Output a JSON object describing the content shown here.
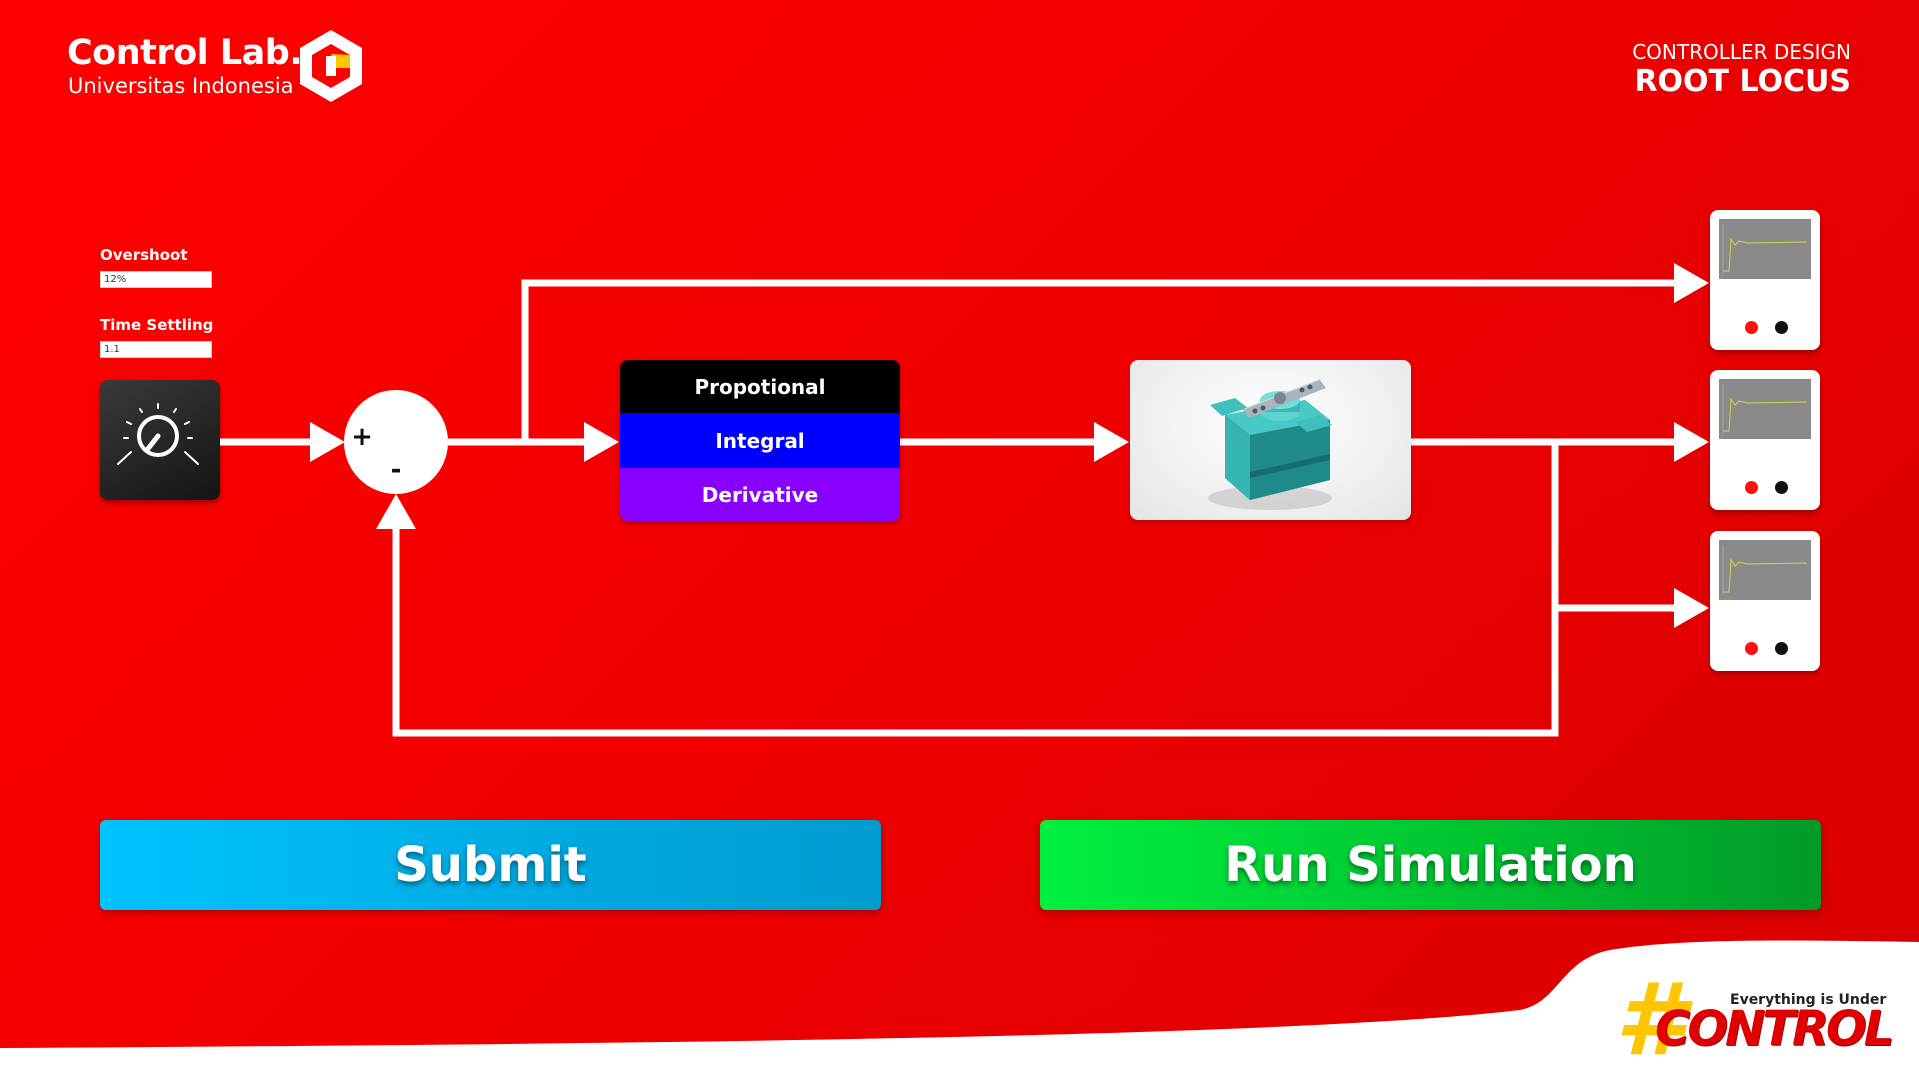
{
  "header": {
    "lab_name": "Control Lab.",
    "university": "Universitas Indonesia",
    "section": "CONTROLLER DESIGN",
    "title": "ROOT LOCUS"
  },
  "inputs": {
    "overshoot_label": "Overshoot",
    "overshoot_value": "12%",
    "settling_label": "Time Settling",
    "settling_value": "1.1"
  },
  "summing_junction": {
    "plus": "+",
    "minus": "-"
  },
  "controller": {
    "proportional": "Propotional",
    "integral": "Integral",
    "derivative": "Derivative"
  },
  "buttons": {
    "submit": "Submit",
    "run": "Run Simulation"
  },
  "brand": {
    "hash": "#",
    "tagline": "Everything is Under",
    "word": "CONTROL"
  },
  "colors": {
    "background": "#ff0000",
    "proportional": "#000000",
    "integral": "#0000ff",
    "derivative": "#8800ff",
    "submit": "#00c4ff",
    "run": "#00f040",
    "accent_yellow": "#ffc600"
  }
}
